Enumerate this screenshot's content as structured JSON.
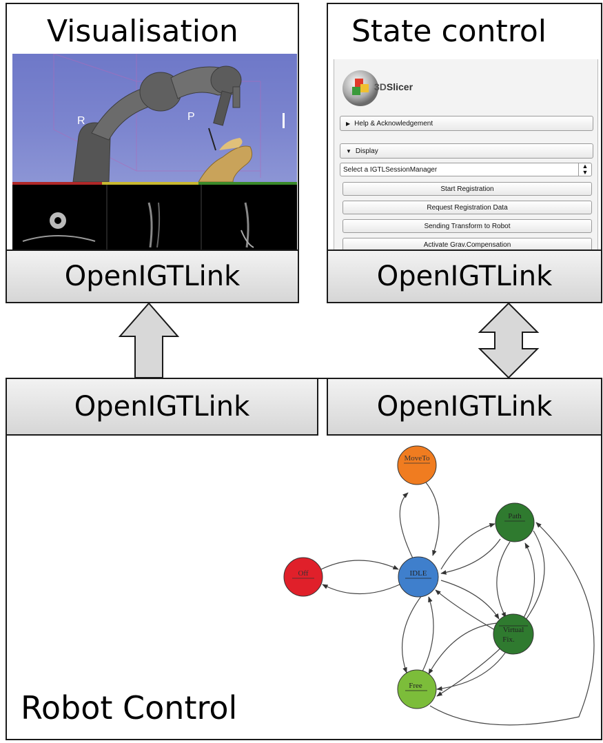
{
  "visualisation": {
    "title": "Visualisation",
    "view_labels": {
      "r": "R",
      "p": "P",
      "s": "I"
    },
    "link": "OpenIGTLink"
  },
  "state_control": {
    "title": "State control",
    "app_name_prefix": "3D",
    "app_name": "Slicer",
    "help_section": "Help & Acknowledgement",
    "display_section": "Display",
    "session_select": "Select a IGTLSessionManager",
    "buttons": [
      "Start Registration",
      "Request Registration Data",
      "Sending Transform to Robot",
      "Activate Grav.Compensation"
    ],
    "link": "OpenIGTLink"
  },
  "robot_control": {
    "title": "Robot Control",
    "link_left": "OpenIGTLink",
    "link_right": "OpenIGTLink",
    "states": [
      {
        "id": "moveto",
        "label": "MoveTo",
        "color": "#f07c20"
      },
      {
        "id": "path",
        "label": "Path",
        "color": "#2f7a2f"
      },
      {
        "id": "off",
        "label": "Off",
        "color": "#e0202a"
      },
      {
        "id": "idle",
        "label": "IDLE",
        "color": "#3f7fcc"
      },
      {
        "id": "virtual",
        "label": "Virtual Fix.",
        "line1": "Virtual",
        "line2": "Fix.",
        "color": "#2f7a2f"
      },
      {
        "id": "free",
        "label": "Free",
        "color": "#7cbd3a"
      }
    ]
  },
  "colors": {
    "arrow_fill": "#d8d8d8",
    "border": "#1a1a1a",
    "viewport_bg": "#7d86cf"
  }
}
